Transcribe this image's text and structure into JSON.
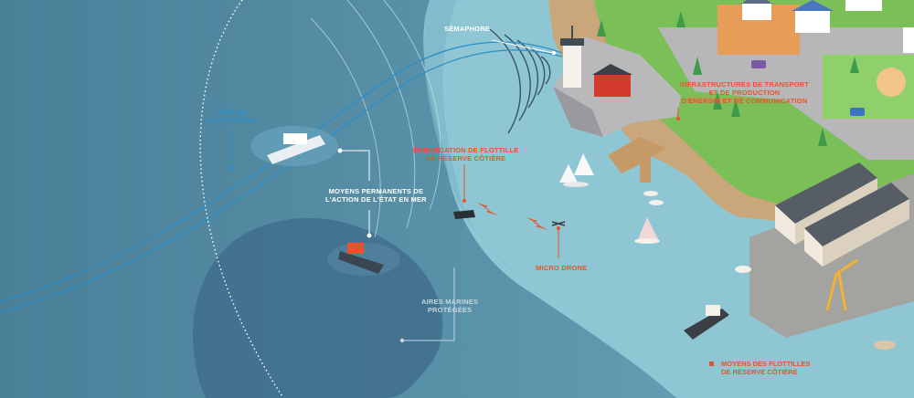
{
  "labels": {
    "semaphore": "SÉMAPHORE",
    "cables": [
      "CÂBLES",
      "SOUS-MARINS"
    ],
    "moyens_permanents": [
      "MOYENS PERMANENTS DE",
      "L'ACTION DE L'ÉTAT EN MER"
    ],
    "embarcation": [
      "EMBARCATION DE FLOTTILLE",
      "DE RÉSERVE CÔTIÈRE"
    ],
    "micro_drone": "MICRO DRONE",
    "aires_marines": [
      "AIRES MARINES",
      "PROTÉGÉES"
    ],
    "infrastructures": [
      "INFRASTRUCTURES DE TRANSPORT",
      "ET DE PRODUCTION",
      "D'ÉNERGIE ET DE COMMUNICATION"
    ]
  },
  "legend": {
    "text": [
      "MOYENS DES FLOTTILLES",
      "DE RÉSERVE CÔTIÈRE"
    ]
  },
  "colors": {
    "deep_sea": "#4a8299",
    "mid_sea": "#5f97ad",
    "shallow_sea": "#8ec4d3",
    "accent_orange": "#e8542a",
    "cable_blue": "#2b8ec9",
    "land_green": "#7bbf58",
    "sand": "#c9a77a"
  }
}
